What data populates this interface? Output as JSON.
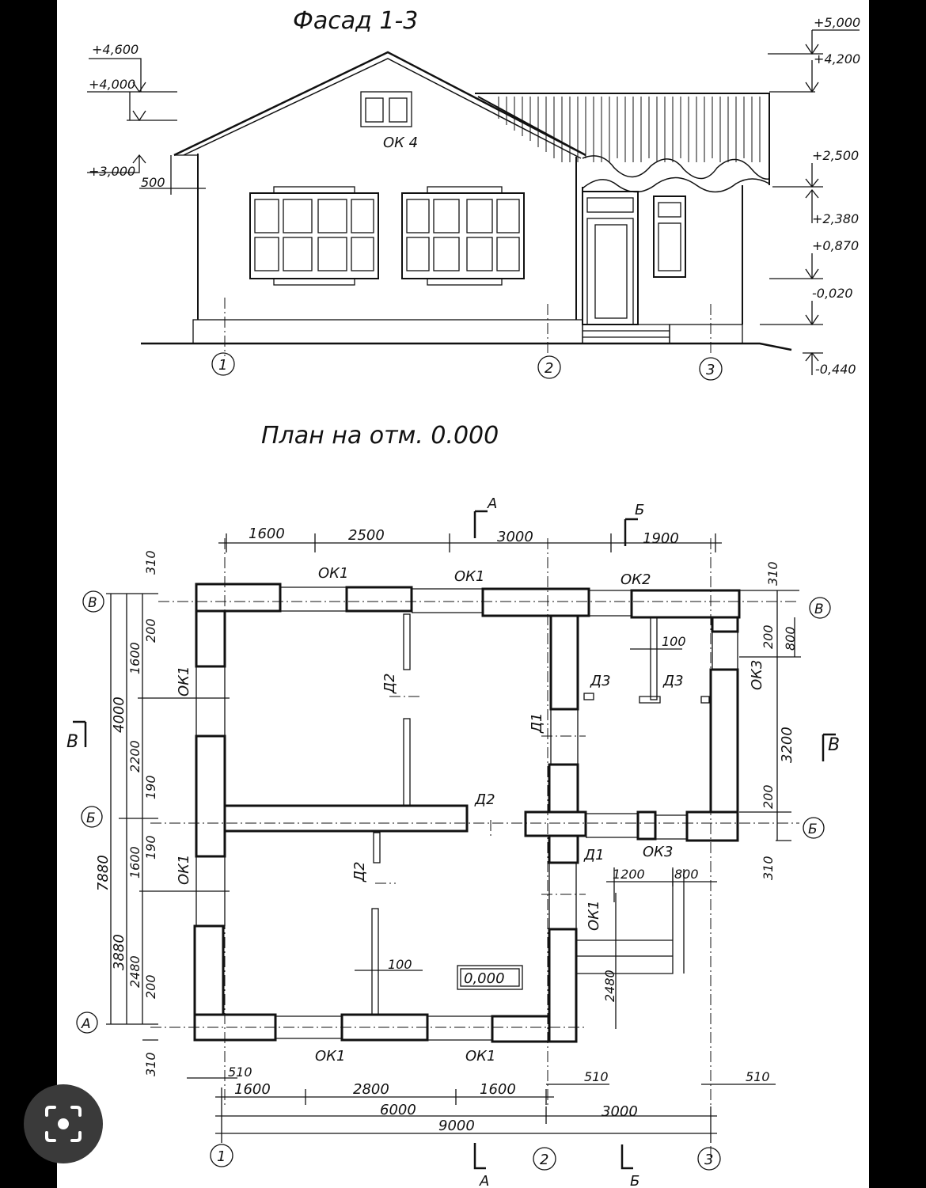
{
  "facade": {
    "title": "Фасад 1-3",
    "window_label": "ОК 4",
    "levels_left": [
      "+4,600",
      "+4,000",
      "+3,000"
    ],
    "dim_500": "500",
    "levels_right": [
      "+5,000",
      "+4,200",
      "+2,500",
      "+2,380",
      "+0,870",
      "-0,020",
      "-0,440"
    ],
    "axes": [
      "1",
      "2",
      "3"
    ]
  },
  "plan": {
    "title": "План на отм. 0.000",
    "level_mark": "0,000",
    "top_dims": [
      "1600",
      "2500",
      "3000",
      "1900"
    ],
    "window_labels_top": [
      "ОК1",
      "ОК1",
      "ОК2"
    ],
    "window_labels_bottom": [
      "ОК1",
      "ОК1"
    ],
    "window_labels_side": [
      "ОК1",
      "ОК1",
      "ОК3",
      "ОК1",
      "ОК3"
    ],
    "door_labels": [
      "Д2",
      "Д2",
      "Д2",
      "Д1",
      "Д1",
      "Д3",
      "Д3"
    ],
    "left_dims_outer": [
      "7880",
      "3880",
      "4000"
    ],
    "left_dims_inner": [
      "310",
      "200",
      "1600",
      "2200",
      "190",
      "190",
      "1600",
      "2480",
      "200",
      "310"
    ],
    "right_dims": [
      "310",
      "200",
      "800",
      "3200",
      "200",
      "310"
    ],
    "wall_100_a": "100",
    "wall_100_b": "100",
    "porch_dims": [
      "1200",
      "800"
    ],
    "dim_2480_porch": "2480",
    "bottom_dims_row1": [
      "510",
      "510",
      "510"
    ],
    "bottom_dims_row2": [
      "1600",
      "2800",
      "1600"
    ],
    "bottom_dims_row3": [
      "6000",
      "3000"
    ],
    "bottom_total": "9000",
    "axes_rows": [
      "В",
      "Б",
      "А"
    ],
    "axes_cols": [
      "1",
      "2",
      "3"
    ],
    "section_marks": [
      "А",
      "Б",
      "В"
    ]
  }
}
